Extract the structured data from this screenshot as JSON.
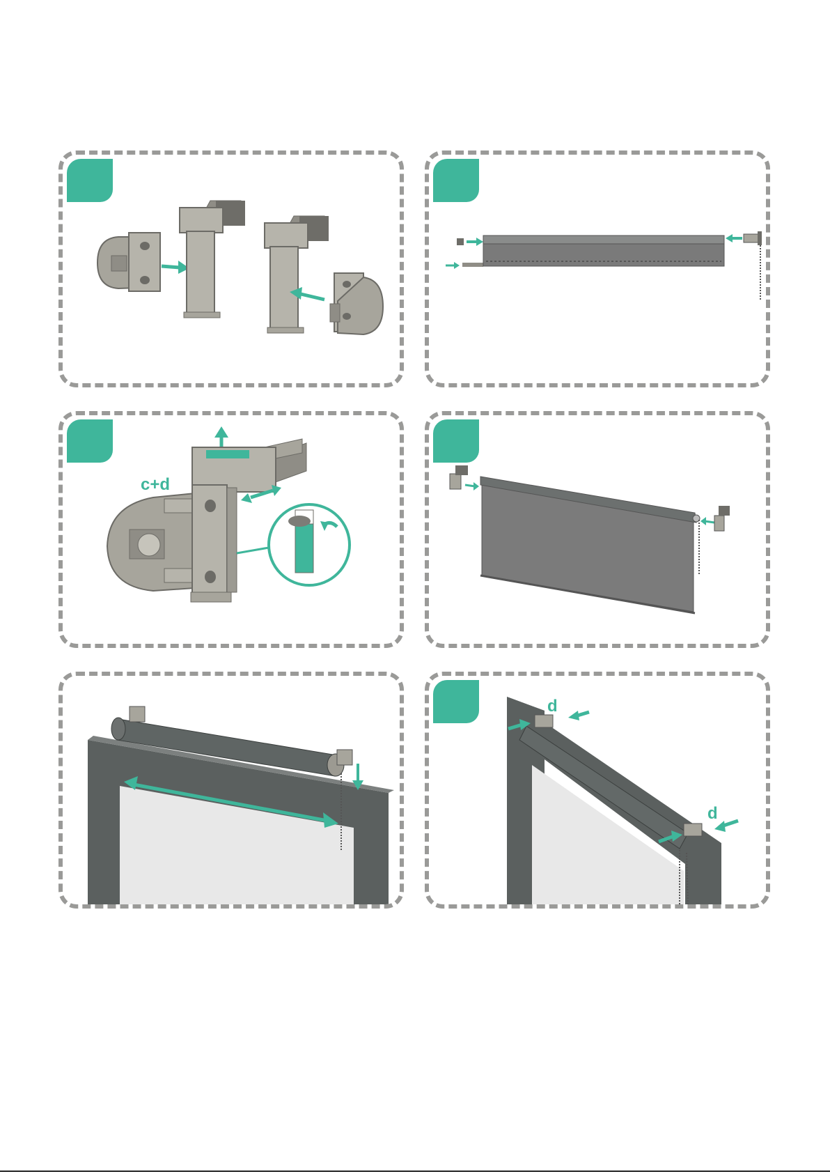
{
  "panels": [
    {
      "step": "",
      "labels": []
    },
    {
      "step": "",
      "labels": []
    },
    {
      "step": "",
      "labels": [
        "c+d"
      ]
    },
    {
      "step": "",
      "labels": []
    },
    {
      "step": "",
      "labels": []
    },
    {
      "step": "",
      "labels": [
        "d",
        "d"
      ]
    }
  ],
  "colors": {
    "accent": "#3fb69b",
    "frame": "#5b605f",
    "bracket": "#a7a59c",
    "blind": "#7a7a7a",
    "border": "#9a9a98"
  },
  "icons": [
    "bracket-icon",
    "arrow-icon",
    "roller-tube-icon",
    "chain-icon",
    "window-frame-icon"
  ]
}
